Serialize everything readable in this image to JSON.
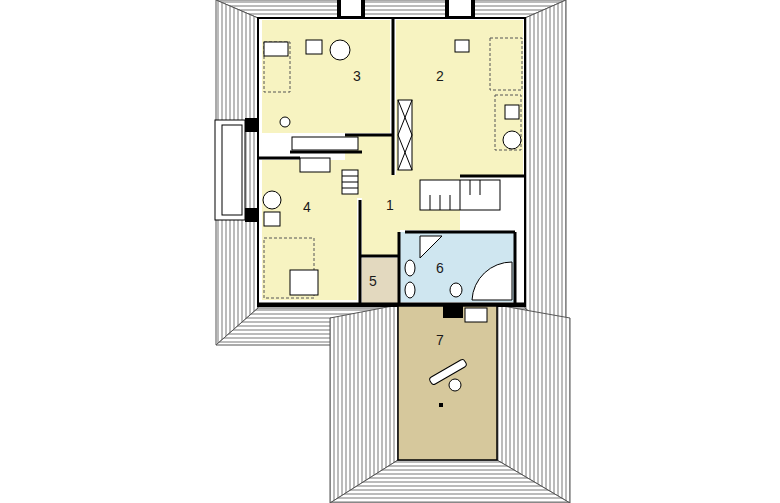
{
  "diagram": {
    "labels": [
      "3",
      "2",
      "1",
      "4",
      "5",
      "6",
      "7"
    ]
  }
}
